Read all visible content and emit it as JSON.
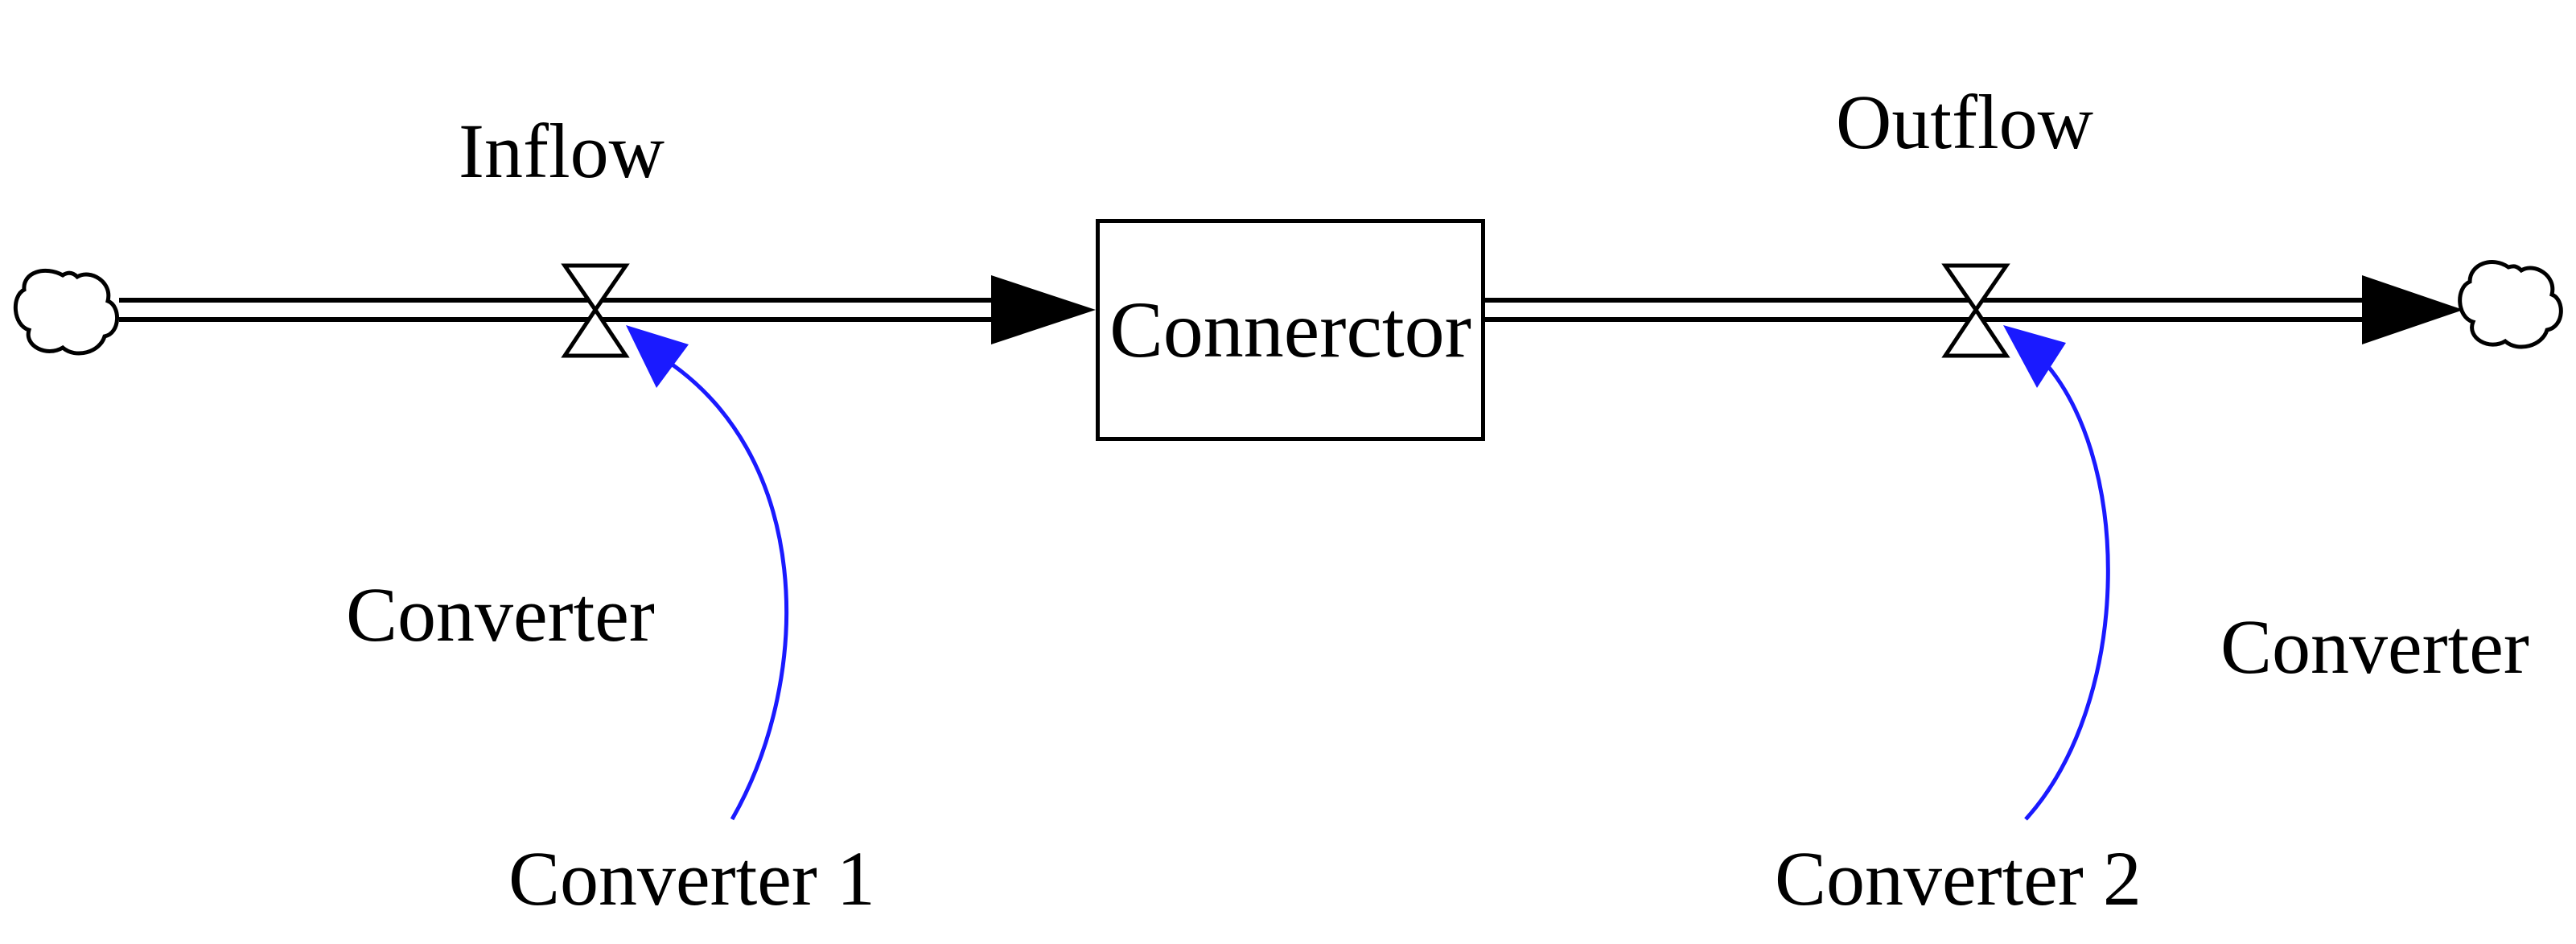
{
  "diagram": {
    "stock": {
      "label": "Connerctor"
    },
    "flows": [
      {
        "label": "Inflow"
      },
      {
        "label": "Outflow"
      }
    ],
    "converters": [
      {
        "label": "Converter"
      },
      {
        "label": "Converter"
      },
      {
        "label": "Converter 1"
      },
      {
        "label": "Converter 2"
      }
    ],
    "icons": [
      "cloud-source-icon",
      "cloud-sink-icon",
      "valve-icon"
    ],
    "colors": {
      "line": "#000000",
      "connector": "#1a1aff",
      "background": "#ffffff"
    }
  }
}
